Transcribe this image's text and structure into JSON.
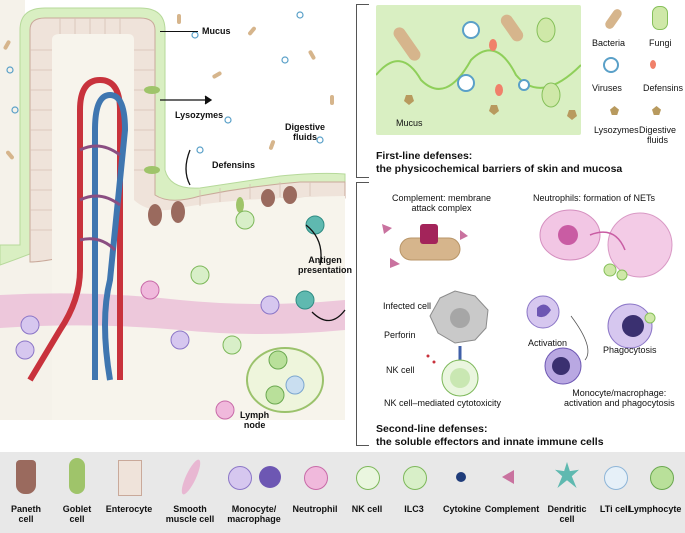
{
  "left_panel": {
    "mucus": "Mucus",
    "lysozymes": "Lysozymes",
    "digestive_fluids": "Digestive\nfluids",
    "defensins": "Defensins",
    "antigen_presentation": "Antigen\npresentation",
    "lymph_node": "Lymph\nnode"
  },
  "first_line": {
    "mucus": "Mucus",
    "legend": {
      "bacteria": "Bacteria",
      "fungi": "Fungi",
      "viruses": "Viruses",
      "defensins": "Defensins",
      "lysozymes": "Lysozymes",
      "digestive_fluids": "Digestive\nfluids"
    },
    "title_line1": "First-line defenses:",
    "title_line2": "the physicochemical barriers of skin and mucosa"
  },
  "second_line": {
    "complement": "Complement: membrane\nattack complex",
    "neutrophils": "Neutrophils: formation of NETs",
    "infected_cell": "Infected cell",
    "perforin": "Perforin",
    "nk_cell": "NK cell",
    "nk_caption": "NK cell–mediated cytotoxicity",
    "activation": "Activation",
    "phagocytosis": "Phagocytosis",
    "mono_caption": "Monocyte/macrophage:\nactivation and phagocytosis",
    "title_line1": "Second-line defenses:",
    "title_line2": "the soluble effectors and innate immune cells"
  },
  "legend": [
    {
      "key": "paneth",
      "label": "Paneth\ncell"
    },
    {
      "key": "goblet",
      "label": "Goblet\ncell"
    },
    {
      "key": "enterocyte",
      "label": "Enterocyte"
    },
    {
      "key": "smooth",
      "label": "Smooth\nmuscle cell"
    },
    {
      "key": "mono",
      "label": "Monocyte/\nmacrophage"
    },
    {
      "key": "neutrophil",
      "label": "Neutrophil"
    },
    {
      "key": "nk",
      "label": "NK cell"
    },
    {
      "key": "ilc3",
      "label": "ILC3"
    },
    {
      "key": "cytokine",
      "label": "Cytokine"
    },
    {
      "key": "complement",
      "label": "Complement"
    },
    {
      "key": "dendritic",
      "label": "Dendritic\ncell"
    },
    {
      "key": "lti",
      "label": "LTi cell"
    },
    {
      "key": "lymphocyte",
      "label": "Lymphocyte"
    }
  ],
  "colors": {
    "mucus": "#d9efc2",
    "tissue": "#f4f1e8",
    "vessel_red": "#c8323c",
    "vessel_blue": "#3f76b0",
    "muscle": "#e8b7d2",
    "bracket": "#555555"
  }
}
